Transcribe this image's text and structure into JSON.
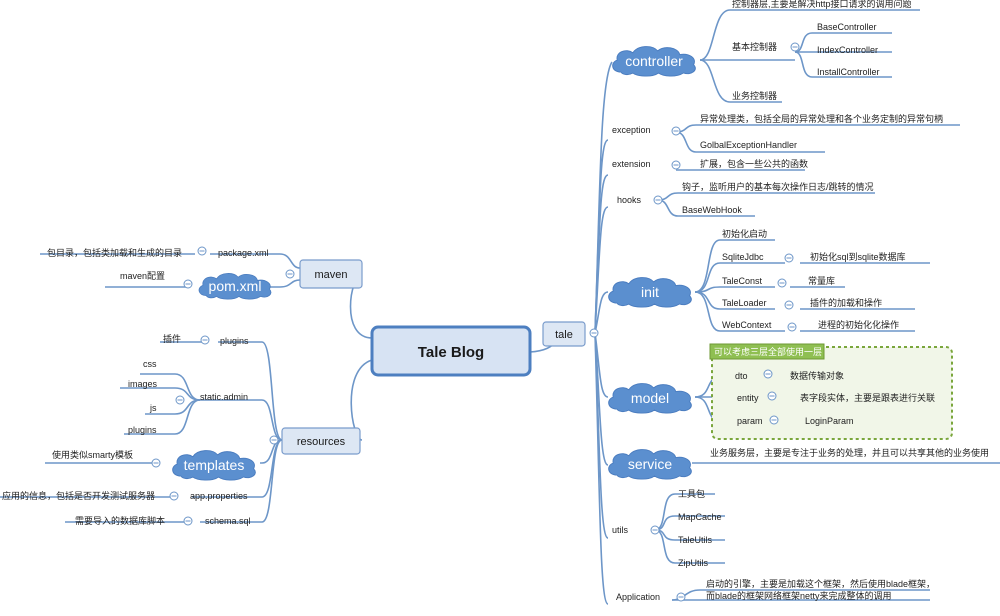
{
  "root": "Tale Blog",
  "tale": {
    "label": "tale",
    "controller": {
      "label": "controller",
      "desc": "控制器层,主要是解决http接口请求的调用问题",
      "base_group": "基本控制器",
      "base_items": [
        "BaseController",
        "IndexController",
        "InstallController"
      ],
      "business": "业务控制器"
    },
    "exception": {
      "label": "exception",
      "desc": "异常处理类，包括全局的异常处理和各个业务定制的异常句柄",
      "handler": "GolbalExceptionHandler"
    },
    "extension": {
      "label": "extension",
      "desc": "扩展，包含一些公共的函数"
    },
    "hooks": {
      "label": "hooks",
      "desc": "钩子，监听用户的基本每次操作日志/跳转的情况",
      "item": "BaseWebHook"
    },
    "init": {
      "label": "init",
      "items": [
        {
          "name": "初始化启动",
          "desc": ""
        },
        {
          "name": "SqliteJdbc",
          "desc": "初始化sql到sqlite数据库"
        },
        {
          "name": "TaleConst",
          "desc": "常量库"
        },
        {
          "name": "TaleLoader",
          "desc": "插件的加载和操作"
        },
        {
          "name": "WebContext",
          "desc": "进程的初始化化操作"
        }
      ]
    },
    "model": {
      "label": "model",
      "note": "可以考虑三层全部使用一层",
      "items": [
        {
          "name": "dto",
          "desc": "数据传输对象"
        },
        {
          "name": "entity",
          "desc": "表字段实体，主要是跟表进行关联"
        },
        {
          "name": "param",
          "desc": "LoginParam"
        }
      ]
    },
    "service": {
      "label": "service",
      "desc": "业务服务层，主要是专注于业务的处理，并且可以共享其他的业务使用"
    },
    "utils": {
      "label": "utils",
      "items": [
        "工具包",
        "MapCache",
        "TaleUtils",
        "ZipUtils"
      ]
    },
    "application": {
      "label": "Application",
      "desc_line1": "启动的引擎，主要是加载这个框架，然后使用blade框架，",
      "desc_line2": "而blade的框架网络框架netty来完成整体的调用"
    }
  },
  "maven": {
    "label": "maven",
    "package": {
      "name": "package.xml",
      "desc": "包目录，包括类加载和生成的目录"
    },
    "pom": {
      "name": "pom.xml",
      "desc": "maven配置"
    }
  },
  "resources": {
    "label": "resources",
    "plugins": {
      "name": "plugins",
      "desc": "插件"
    },
    "static_admin": {
      "name": "static.admin",
      "items": [
        "css",
        "images",
        "js",
        "plugins"
      ]
    },
    "templates": {
      "name": "templates",
      "desc": "使用类似smarty模板"
    },
    "app_properties": {
      "name": "app.properties",
      "desc": "应用的信息，包括是否开发测试服务器"
    },
    "schema": {
      "name": "schema.sql",
      "desc": "需要导入的数据库脚本"
    }
  },
  "colors": {
    "line": "#6d96c8",
    "cloud": "#5b8fcf",
    "box_fill": "#dde7f4",
    "box_stroke": "#7a9ccc",
    "root_fill": "#d7e3f3",
    "root_stroke": "#4d7fc0",
    "note_border": "#7aa63c",
    "note_fill": "#f1f6e8",
    "note_label": "#8fbf52"
  },
  "icons": [
    "collapse-icon",
    "cloud-node"
  ]
}
